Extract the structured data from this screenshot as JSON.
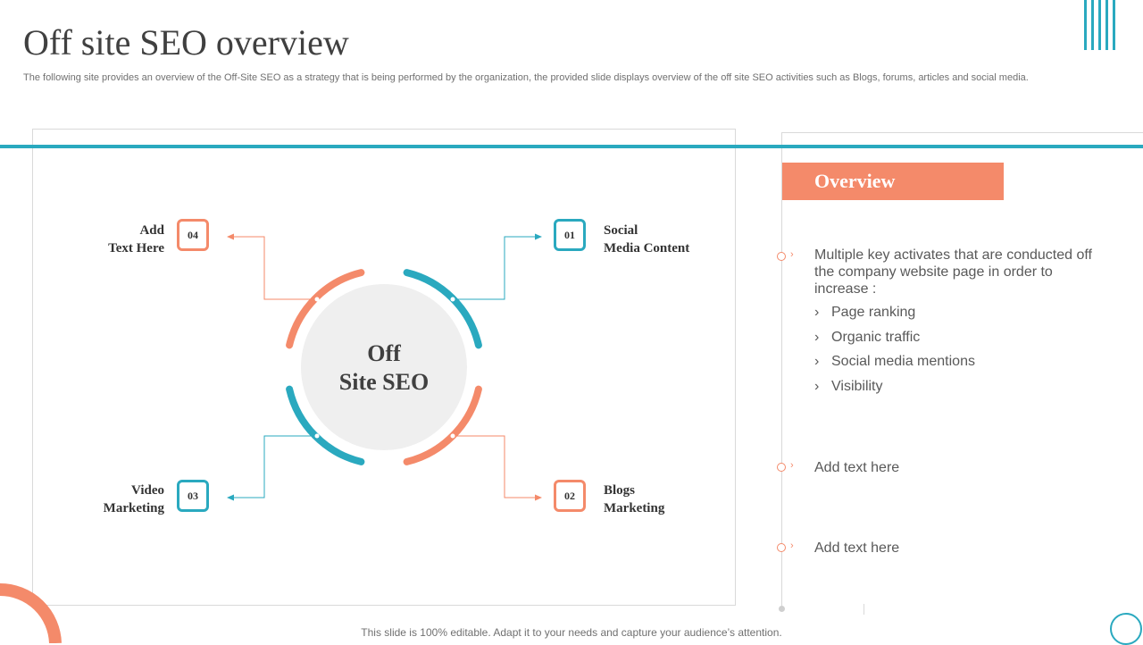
{
  "header": {
    "title": "Off site SEO overview",
    "subtitle": "The following site provides an overview of the Off-Site SEO as a strategy that is being performed by the organization, the provided slide displays overview of the off site SEO activities such as Blogs, forums, articles and social media."
  },
  "diagram": {
    "center_line1": "Off",
    "center_line2": "Site SEO",
    "items": [
      {
        "number": "01",
        "line1": "Social",
        "line2": "Media Content",
        "color": "#2aa9bf"
      },
      {
        "number": "02",
        "line1": "Blogs",
        "line2": "Marketing",
        "color": "#f48a6a"
      },
      {
        "number": "03",
        "line1": "Video",
        "line2": "Marketing",
        "color": "#2aa9bf"
      },
      {
        "number": "04",
        "line1": "Add",
        "line2": "Text Here",
        "color": "#f48a6a"
      }
    ]
  },
  "overview": {
    "heading": "Overview",
    "intro": "Multiple key activates that are conducted off the company website page in order to increase :",
    "bullets": [
      "Page ranking",
      "Organic traffic",
      "Social media mentions",
      "Visibility"
    ],
    "item2": "Add text here",
    "item3": "Add text here",
    "bullet_glyph": "›"
  },
  "footer": {
    "note": "This slide is 100% editable. Adapt it to your needs and capture your audience’s attention."
  },
  "colors": {
    "accent_teal": "#2aa9bf",
    "accent_coral": "#f48a6a"
  }
}
